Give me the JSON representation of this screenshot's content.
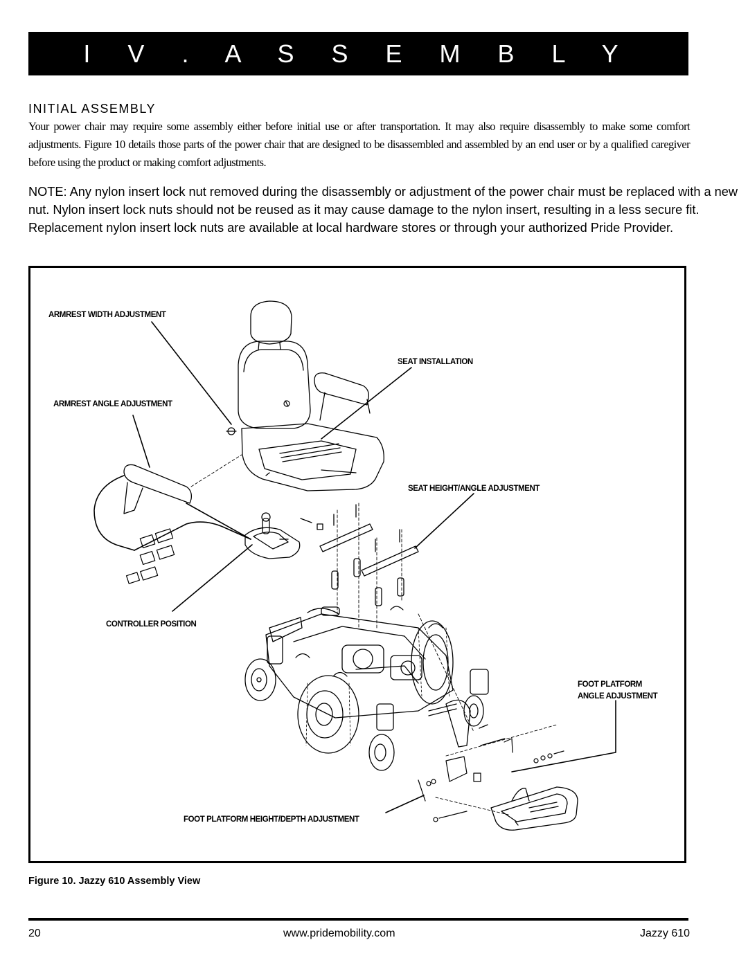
{
  "header": {
    "title": "I V .   A S S E M B L Y"
  },
  "section": {
    "title": "INITIAL ASSEMBLY"
  },
  "body": {
    "intro": "Your power chair may require some assembly either before initial use or after transportation. It may also require disassembly to make some comfort adjustments. Figure 10 details those parts of the power chair that are designed to be disassembled and assembled by an end user or by a qualified caregiver before using the product or making comfort adjustments.",
    "note": "NOTE:  Any nylon insert lock nut removed during the disassembly or adjustment of the power chair must be replaced with a new nut.  Nylon insert lock nuts should not be reused as it may cause damage to the nylon insert, resulting in a less secure fit. Replacement nylon insert lock nuts are available at local hardware stores or through your authorized Pride Provider."
  },
  "figure": {
    "callouts": {
      "armrest_width": "ARMREST WIDTH  ADJUSTMENT",
      "seat_installation": "SEAT  INSTALLATION",
      "armrest_angle": "ARMREST ANGLE  ADJUSTMENT",
      "seat_height": "SEAT HEIGHT/ANGLE ADJUSTMENT",
      "controller": "CONTROLLER  POSITION",
      "foot_platform_angle_1": "FOOT  PLATFORM",
      "foot_platform_angle_2": "ANGLE ADJUSTMENT",
      "foot_platform_height": "FOOT PLATFORM  HEIGHT/DEPTH  ADJUSTMENT"
    },
    "caption": "Figure 10. Jazzy 610 Assembly View"
  },
  "footer": {
    "page_number": "20",
    "url": "www.pridemobility.com",
    "model": "Jazzy 610"
  }
}
